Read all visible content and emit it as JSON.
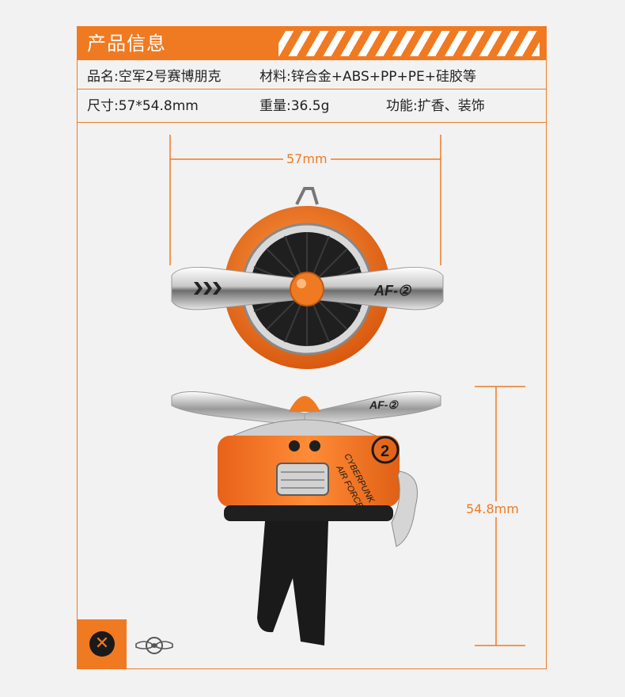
{
  "header": {
    "title": "产品信息"
  },
  "specs": {
    "name": "品名:空军2号赛博朋克",
    "material": "材料:锌合金+ABS+PP+PE+硅胶等",
    "size": "尺寸:57*54.8mm",
    "weight": "重量:36.5g",
    "function": "功能:扩香、装饰"
  },
  "dimensions": {
    "width": "57mm",
    "height": "54.8mm"
  },
  "product_marks": {
    "blade_front": "AF-②",
    "blade_side": "AF-②",
    "body_text_1": "CYBERPUNK",
    "body_text_2": "AIR FORCE",
    "body_badge": "2"
  },
  "icons": {
    "close": "close-icon",
    "propeller_logo": "propeller-logo-icon"
  },
  "colors": {
    "accent": "#f07a22",
    "background": "#f2f2f2",
    "dark": "#1a1a1a"
  }
}
